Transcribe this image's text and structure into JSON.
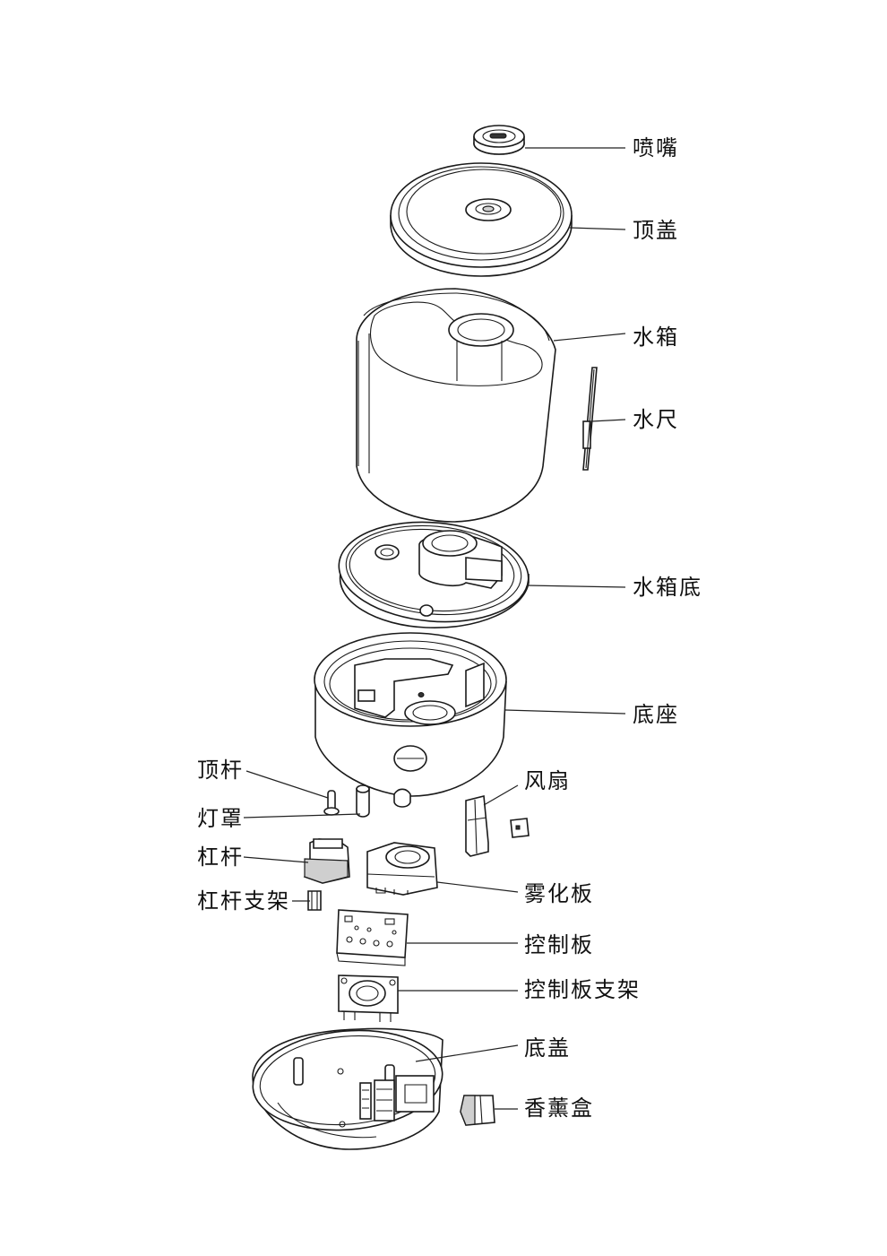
{
  "labels": {
    "nozzle": "喷嘴",
    "top_cover": "顶盖",
    "water_tank": "水箱",
    "water_gauge": "水尺",
    "tank_bottom": "水箱底",
    "base": "底座",
    "top_rod": "顶杆",
    "fan": "风扇",
    "lamp_shade": "灯罩",
    "lever": "杠杆",
    "atomizer_board": "雾化板",
    "lever_bracket": "杠杆支架",
    "control_board": "控制板",
    "control_board_bracket": "控制板支架",
    "bottom_cover": "底盖",
    "aroma_box": "香薰盒"
  }
}
